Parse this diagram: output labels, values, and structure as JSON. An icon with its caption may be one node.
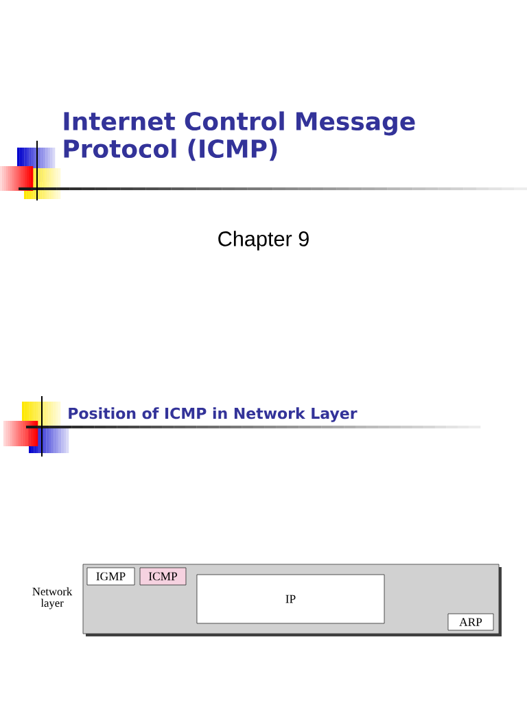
{
  "diagram": {
    "title": "Internet Control Message Protocol (ICMP)",
    "nodes": [
      {
        "text": [
          "Network layer"
        ]
      },
      {
        "text": [
          "IGMP"
        ],
        "in": 0
      },
      {
        "text": [
          "ICMP"
        ],
        "in": 0
      },
      {
        "text": [
          "IP"
        ],
        "in": 0
      },
      {
        "text": [
          "ARP"
        ],
        "in": 0
      }
    ],
    "labels": [
      "Chapter 9",
      "Position of ICMP in Network Layer"
    ]
  }
}
